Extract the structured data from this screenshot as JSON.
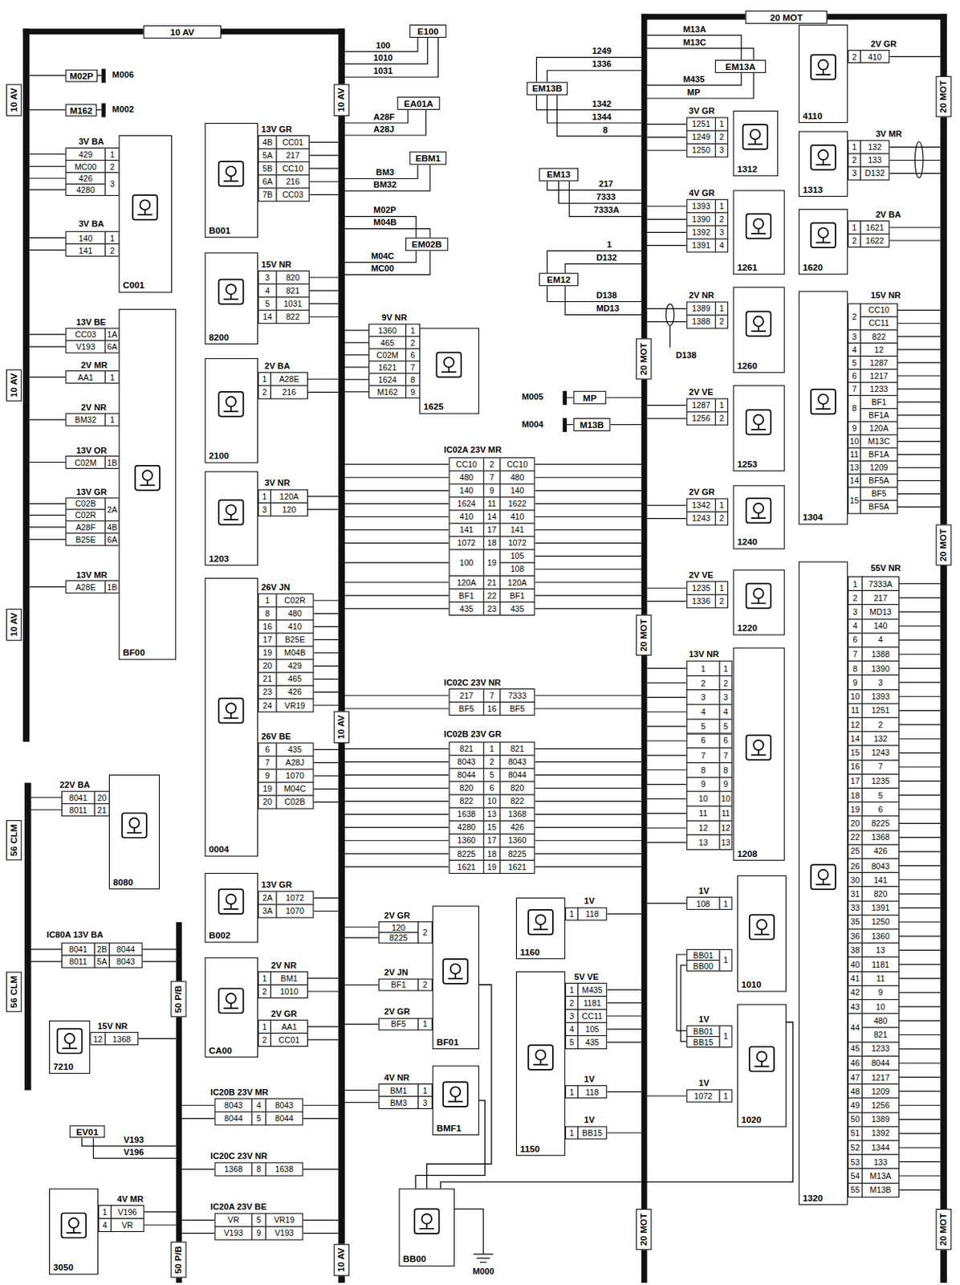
{
  "diagram": {
    "nodes": [
      {
        "text": [
          "10 AV"
        ]
      },
      {
        "text": [
          "20 MOT"
        ]
      },
      {
        "text": [
          "M02P"
        ]
      },
      {
        "text": [
          "M162"
        ]
      },
      {
        "text": [
          "C001"
        ]
      },
      {
        "text": [
          "BF00"
        ]
      },
      {
        "text": [
          "B001"
        ]
      },
      {
        "text": [
          "8200"
        ]
      },
      {
        "text": [
          "2100"
        ]
      },
      {
        "text": [
          "1203"
        ]
      },
      {
        "text": [
          "0004"
        ]
      },
      {
        "text": [
          "B002"
        ]
      },
      {
        "text": [
          "CA00"
        ]
      },
      {
        "text": [
          "8080"
        ]
      },
      {
        "text": [
          "IC80A 13V BA"
        ]
      },
      {
        "text": [
          "7210"
        ]
      },
      {
        "text": [
          "EV01"
        ]
      },
      {
        "text": [
          "3050"
        ]
      },
      {
        "text": [
          "IC20B 23V MR"
        ]
      },
      {
        "text": [
          "IC20C 23V NR"
        ]
      },
      {
        "text": [
          "IC20A 23V BE"
        ]
      },
      {
        "text": [
          "E100"
        ]
      },
      {
        "text": [
          "EA01A"
        ]
      },
      {
        "text": [
          "EBM1"
        ]
      },
      {
        "text": [
          "EM02B"
        ]
      },
      {
        "text": [
          "1625"
        ]
      },
      {
        "text": [
          "IC02A 23V MR"
        ]
      },
      {
        "text": [
          "IC02C 23V NR"
        ]
      },
      {
        "text": [
          "IC02B 23V GR"
        ]
      },
      {
        "text": [
          "BF01"
        ]
      },
      {
        "text": [
          "BMF1"
        ]
      },
      {
        "text": [
          "BB00"
        ]
      },
      {
        "text": [
          "MP"
        ]
      },
      {
        "text": [
          "M13B"
        ]
      },
      {
        "text": [
          "1160"
        ]
      },
      {
        "text": [
          "1150"
        ]
      },
      {
        "text": [
          "EM13B"
        ]
      },
      {
        "text": [
          "EM13"
        ]
      },
      {
        "text": [
          "EM12"
        ]
      },
      {
        "text": [
          "EM13A"
        ]
      },
      {
        "text": [
          "1312"
        ]
      },
      {
        "text": [
          "1261"
        ]
      },
      {
        "text": [
          "1260"
        ]
      },
      {
        "text": [
          "1253"
        ]
      },
      {
        "text": [
          "1240"
        ]
      },
      {
        "text": [
          "1220"
        ]
      },
      {
        "text": [
          "1208"
        ]
      },
      {
        "text": [
          "1010"
        ]
      },
      {
        "text": [
          "1020"
        ]
      },
      {
        "text": [
          "4110"
        ]
      },
      {
        "text": [
          "1313"
        ]
      },
      {
        "text": [
          "1620"
        ]
      },
      {
        "text": [
          "1304"
        ]
      },
      {
        "text": [
          "1320"
        ]
      }
    ],
    "edges": [
      {
        "from": 29,
        "to": 31,
        "arrow": "none"
      },
      {
        "from": 30,
        "to": 31,
        "arrow": "none"
      },
      {
        "from": 48,
        "to": 31,
        "arrow": "none"
      }
    ],
    "labels": [
      "10 AV",
      "10 AV",
      "10 AV",
      "10 AV",
      "10 AV",
      "10 AV",
      "20 MOT",
      "20 MOT",
      "20 MOT",
      "20 MOT",
      "20 MOT",
      "20 MOT",
      "56 CLM",
      "56 CLM",
      "50 P/B",
      "50 P/B",
      "M006",
      "M002",
      "M005",
      "M004",
      "M000",
      "3V BA",
      "429",
      "1",
      "MC00",
      "2",
      "426",
      "4280",
      "3",
      "3V BA",
      "140",
      "1",
      "141",
      "2",
      "13V BE",
      "CC03",
      "1A",
      "V193",
      "6A",
      "2V MR",
      "AA1",
      "1",
      "2V NR",
      "BM32",
      "1",
      "13V OR",
      "C02M",
      "1B",
      "13V GR",
      "C02B",
      "C02R",
      "2A",
      "A28F",
      "4B",
      "B25E",
      "6A",
      "13V MR",
      "A28E",
      "1B",
      "13V GR",
      "4B",
      "CC01",
      "5A",
      "217",
      "5B",
      "CC10",
      "6A",
      "216",
      "7B",
      "CC03",
      "15V NR",
      "3",
      "820",
      "4",
      "821",
      "5",
      "1031",
      "14",
      "822",
      "2V BA",
      "1",
      "A28E",
      "2",
      "216",
      "3V NR",
      "1",
      "120A",
      "3",
      "120",
      "26V JN",
      "1",
      "C02R",
      "8",
      "480",
      "16",
      "410",
      "17",
      "B25E",
      "19",
      "M04B",
      "20",
      "429",
      "21",
      "465",
      "23",
      "426",
      "24",
      "VR19",
      "26V BE",
      "6",
      "435",
      "7",
      "A28J",
      "9",
      "1070",
      "19",
      "M04C",
      "20",
      "C02B",
      "13V GR",
      "2A",
      "1072",
      "3A",
      "1070",
      "2V NR",
      "1",
      "BM1",
      "2",
      "1010",
      "2V GR",
      "1",
      "AA1",
      "2",
      "CC01",
      "22V BA",
      "8041",
      "20",
      "8011",
      "21",
      "8041",
      "2B",
      "8044",
      "8011",
      "5A",
      "8043",
      "15V NR",
      "12",
      "1368",
      "V193",
      "V196",
      "4V MR",
      "1",
      "V196",
      "4",
      "VR",
      "8043",
      "4",
      "8043",
      "8044",
      "5",
      "8044",
      "1368",
      "8",
      "1638",
      "VR",
      "5",
      "VR19",
      "V193",
      "9",
      "V193",
      "100",
      "1010",
      "1031",
      "A28F",
      "A28J",
      "BM3",
      "BM32",
      "M02P",
      "M04B",
      "M04C",
      "MC00",
      "9V NR",
      "1360",
      "1",
      "465",
      "2",
      "C02M",
      "6",
      "1621",
      "7",
      "1624",
      "8",
      "M162",
      "9",
      "CC10",
      "2",
      "CC10",
      "480",
      "7",
      "480",
      "140",
      "9",
      "140",
      "1624",
      "11",
      "1622",
      "410",
      "14",
      "410",
      "141",
      "17",
      "141",
      "1072",
      "18",
      "1072",
      "100",
      "19",
      "105",
      "108",
      "120A",
      "21",
      "120A",
      "BF1",
      "22",
      "BF1",
      "435",
      "23",
      "435",
      "217",
      "7",
      "7333",
      "BF5",
      "16",
      "BF5",
      "821",
      "1",
      "821",
      "8043",
      "2",
      "8043",
      "8044",
      "5",
      "8044",
      "820",
      "6",
      "820",
      "822",
      "10",
      "822",
      "1638",
      "13",
      "1368",
      "4280",
      "15",
      "426",
      "1360",
      "17",
      "1360",
      "8225",
      "18",
      "8225",
      "1621",
      "19",
      "1621",
      "2V GR",
      "120",
      "8225",
      "2",
      "2V JN",
      "BF1",
      "2",
      "2V GR",
      "BF5",
      "1",
      "4V NR",
      "BM1",
      "1",
      "BM3",
      "3",
      "1V",
      "1",
      "118",
      "5V VE",
      "1",
      "M435",
      "2",
      "1181",
      "3",
      "CC11",
      "4",
      "105",
      "5",
      "435",
      "1V",
      "1",
      "118",
      "1V",
      "1",
      "BB15",
      "1249",
      "1336",
      "1342",
      "1344",
      "8",
      "217",
      "7333",
      "7333A",
      "1",
      "D132",
      "D138",
      "MD13",
      "M13A",
      "M13C",
      "M435",
      "MP",
      "3V GR",
      "1251",
      "1",
      "1249",
      "2",
      "1250",
      "3",
      "4V GR",
      "1393",
      "1",
      "1390",
      "2",
      "1392",
      "3",
      "1391",
      "4",
      "2V NR",
      "1389",
      "1",
      "1388",
      "2",
      "D138",
      "2V VE",
      "1287",
      "1",
      "1256",
      "2",
      "2V GR",
      "1342",
      "1",
      "1243",
      "2",
      "2V VE",
      "1235",
      "1",
      "1336",
      "2",
      "13V NR",
      "1",
      "1",
      "2",
      "2",
      "3",
      "3",
      "4",
      "4",
      "5",
      "5",
      "6",
      "6",
      "7",
      "7",
      "8",
      "8",
      "9",
      "9",
      "10",
      "10",
      "11",
      "11",
      "12",
      "12",
      "13",
      "13",
      "1V",
      "108",
      "1",
      "BB01",
      "BB00",
      "1",
      "1V",
      "BB01",
      "BB15",
      "1",
      "1V",
      "1072",
      "1",
      "2V GR",
      "2",
      "410",
      "3V MR",
      "1",
      "132",
      "2",
      "133",
      "3",
      "D132",
      "2V BA",
      "1",
      "1621",
      "2",
      "1622",
      "15V NR",
      "2",
      "CC10",
      "CC11",
      "3",
      "822",
      "4",
      "12",
      "5",
      "1287",
      "6",
      "1217",
      "7",
      "1233",
      "8",
      "BF1",
      "BF1A",
      "9",
      "120A",
      "10",
      "M13C",
      "11",
      "BF1A",
      "13",
      "1209",
      "14",
      "BF5A",
      "15",
      "BF5",
      "BF5A",
      "55V NR",
      "1",
      "7333A",
      "2",
      "217",
      "3",
      "MD13",
      "4",
      "140",
      "6",
      "4",
      "7",
      "1388",
      "8",
      "1390",
      "9",
      "3",
      "10",
      "1393",
      "11",
      "1251",
      "12",
      "2",
      "14",
      "132",
      "15",
      "1243",
      "16",
      "7",
      "17",
      "1235",
      "18",
      "5",
      "19",
      "6",
      "20",
      "8225",
      "22",
      "1368",
      "25",
      "426",
      "26",
      "8043",
      "30",
      "141",
      "31",
      "820",
      "33",
      "1391",
      "35",
      "1250",
      "36",
      "1360",
      "38",
      "13",
      "40",
      "1181",
      "41",
      "11",
      "42",
      "9",
      "43",
      "10",
      "44",
      "480",
      "821",
      "45",
      "1233",
      "46",
      "8044",
      "47",
      "1217",
      "48",
      "1209",
      "49",
      "1256",
      "50",
      "1389",
      "51",
      "1392",
      "52",
      "1344",
      "53",
      "133",
      "54",
      "M13A",
      "55",
      "M13B"
    ]
  }
}
